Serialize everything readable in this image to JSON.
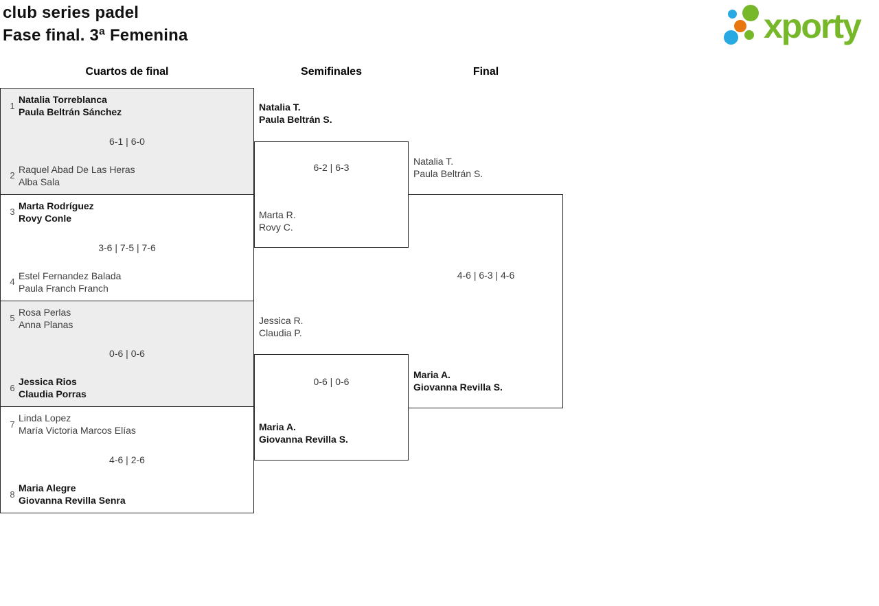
{
  "page": {
    "title_line1": "club series padel",
    "title_line2": "Fase final. 3ª Femenina"
  },
  "logo": {
    "text": "xporty",
    "dots": [
      "blue-small",
      "green-large",
      "orange",
      "blue-large",
      "green-small"
    ],
    "colors": {
      "green": "#76b82a",
      "blue": "#29a9e1",
      "orange": "#e97710"
    }
  },
  "columns": {
    "quarterfinals": "Cuartos de final",
    "semifinals": "Semifinales",
    "final": "Final"
  },
  "bracket": {
    "quarterfinals": [
      {
        "seed_top": "1",
        "team_top": {
          "line1": "Natalia Torreblanca",
          "line2": "Paula Beltrán Sánchez",
          "winner": true
        },
        "score": "6-1 | 6-0",
        "seed_bottom": "2",
        "team_bottom": {
          "line1": "Raquel Abad De Las Heras",
          "line2": "Alba Sala",
          "winner": false
        }
      },
      {
        "seed_top": "3",
        "team_top": {
          "line1": "Marta Rodríguez",
          "line2": "Rovy Conle",
          "winner": true
        },
        "score": "3-6 | 7-5 | 7-6",
        "seed_bottom": "4",
        "team_bottom": {
          "line1": "Estel Fernandez Balada",
          "line2": "Paula Franch Franch",
          "winner": false
        }
      },
      {
        "seed_top": "5",
        "team_top": {
          "line1": "Rosa Perlas",
          "line2": "Anna Planas",
          "winner": false
        },
        "score": "0-6 | 0-6",
        "seed_bottom": "6",
        "team_bottom": {
          "line1": "Jessica Rios",
          "line2": "Claudia Porras",
          "winner": true
        }
      },
      {
        "seed_top": "7",
        "team_top": {
          "line1": "Linda Lopez",
          "line2": "María Victoria Marcos Elías",
          "winner": false
        },
        "score": "4-6 | 2-6",
        "seed_bottom": "8",
        "team_bottom": {
          "line1": "Maria Alegre",
          "line2": "Giovanna Revilla Senra",
          "winner": true
        }
      }
    ],
    "semifinals": [
      {
        "team_top": {
          "line1": "Natalia T.",
          "line2": "Paula Beltrán S.",
          "winner": true
        },
        "score": "6-2 | 6-3",
        "team_bottom": {
          "line1": "Marta R.",
          "line2": "Rovy C.",
          "winner": false
        }
      },
      {
        "team_top": {
          "line1": "Jessica R.",
          "line2": "Claudia P.",
          "winner": false
        },
        "score": "0-6 | 0-6",
        "team_bottom": {
          "line1": "Maria A.",
          "line2": "Giovanna Revilla S.",
          "winner": true
        }
      }
    ],
    "final": {
      "team_top": {
        "line1": "Natalia T.",
        "line2": "Paula Beltrán S.",
        "winner": false
      },
      "score": "4-6 | 6-3 | 4-6",
      "team_bottom": {
        "line1": "Maria A.",
        "line2": "Giovanna Revilla S.",
        "winner": true
      }
    }
  },
  "colors": {
    "border": "#262626",
    "match_fill_alt": "#ededed",
    "winner_text": "#141414",
    "normal_text": "#3d3d3d",
    "seed_text": "#4f4f4f"
  }
}
